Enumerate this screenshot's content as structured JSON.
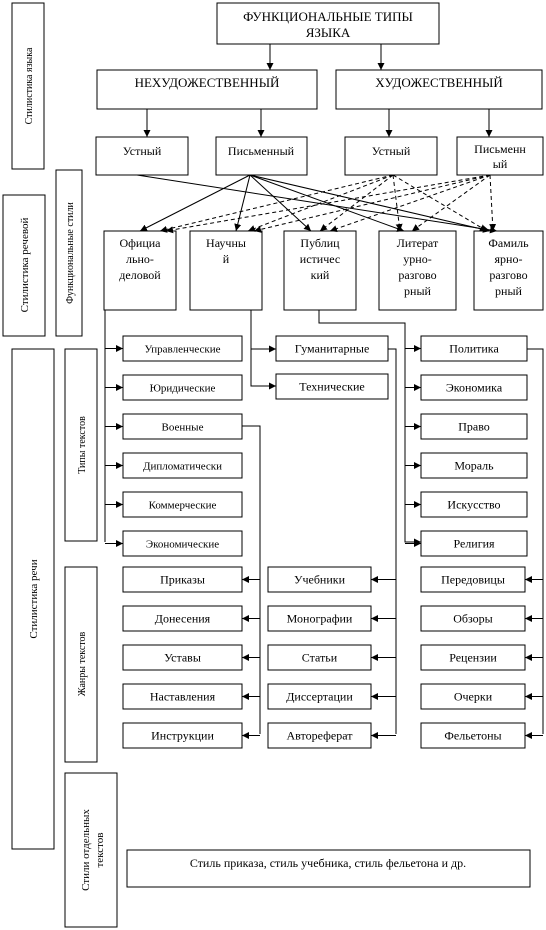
{
  "top": {
    "title_line1": "ФУНКЦИОНАЛЬНЫЕ  ТИПЫ",
    "title_line2": "ЯЗЫКА"
  },
  "level1": {
    "nonfiction": "НЕХУДОЖЕСТВЕННЫЙ",
    "fiction": "ХУДОЖЕСТВЕННЫЙ"
  },
  "level2": {
    "oral_1": "Устный",
    "written_1": "Письменный",
    "oral_2": "Устный",
    "written_2_line1": "Письменн",
    "written_2_line2": "ый"
  },
  "styles": [
    [
      "Официа",
      "льно-",
      "деловой"
    ],
    [
      "Научны",
      "й"
    ],
    [
      "Публиц",
      "истичес",
      "кий"
    ],
    [
      "Литерат",
      "урно-",
      "разгово",
      "рный"
    ],
    [
      "Фамиль",
      "ярно-",
      "разгово",
      "рный"
    ]
  ],
  "side_labels": {
    "language_stylistics": "Стилистика языка",
    "speech_stylistics": "Стилистика речевой",
    "functional_styles": "Функциональные стили",
    "speech_stylistics_2": "Стилистика речи",
    "text_types": "Типы текстов",
    "text_genres": "Жанры текстов",
    "individual_styles_line1": "Стили отдельных",
    "individual_styles_line2": "текстов"
  },
  "types_col1": [
    "Управленческие",
    "Юридические",
    "Военные",
    "Дипломатически",
    "Коммерческие",
    "Экономические"
  ],
  "types_col2": [
    "Гуманитарные",
    "Технические"
  ],
  "types_col3": [
    "Политика",
    "Экономика",
    "Право",
    "Мораль",
    "Искусство",
    "Религия"
  ],
  "genres_col1": [
    "Приказы",
    "Донесения",
    "Уставы",
    "Наставления",
    "Инструкции"
  ],
  "genres_col2": [
    "Учебники",
    "Монографии",
    "Статьи",
    "Диссертации",
    "Автореферат"
  ],
  "genres_col3": [
    "Передовицы",
    "Обзоры",
    "Рецензии",
    "Очерки",
    "Фельетоны"
  ],
  "footer": {
    "text": "Стиль  приказа, стиль  учебника, стиль  фельетона и др."
  }
}
